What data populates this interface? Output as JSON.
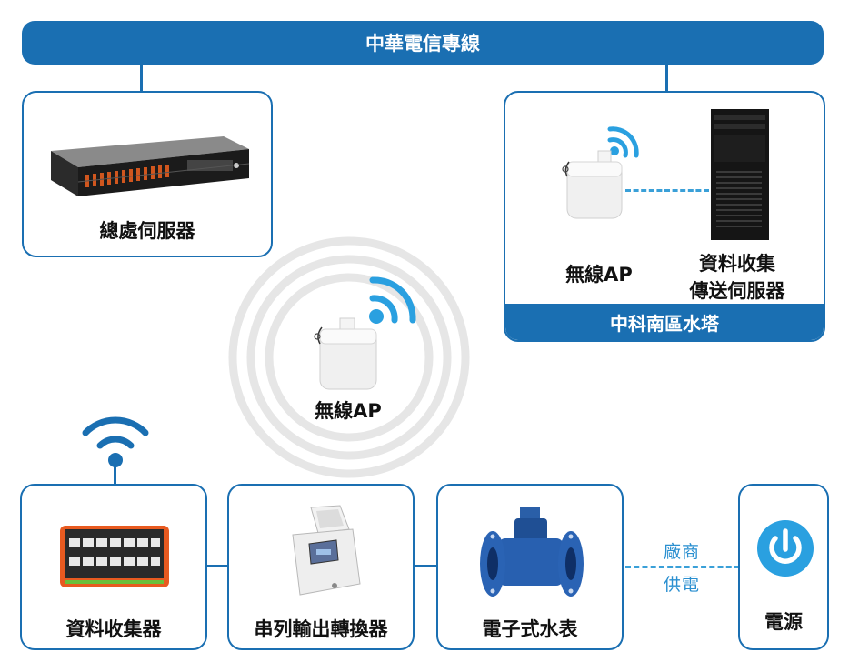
{
  "diagram": {
    "top_bar": "中華電信專線",
    "hq_server": "總處伺服器",
    "site_title": "中科南區水塔",
    "site_ap": "無線AP",
    "site_server_line1": "資料收集",
    "site_server_line2": "傳送伺服器",
    "center_ap": "無線AP",
    "collector": "資料收集器",
    "converter": "串列輸出轉換器",
    "meter": "電子式水表",
    "power": "電源",
    "vendor_line1": "廠商",
    "vendor_line2": "供電"
  },
  "colors": {
    "primary": "#1a6fb2",
    "accent": "#2aa0e0",
    "dash": "#3aa0d8",
    "ring": "#e6e6e6"
  }
}
